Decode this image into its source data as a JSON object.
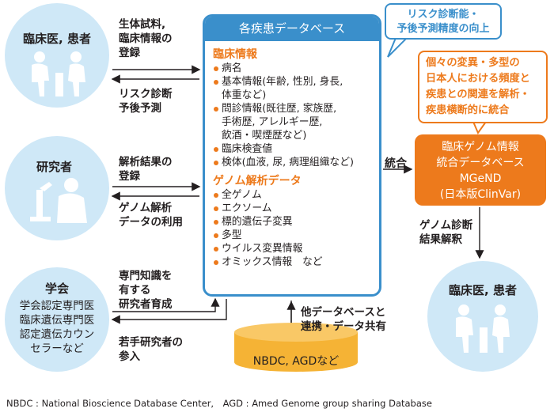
{
  "nodes": {
    "clinician_left": {
      "title": "臨床医, 患者"
    },
    "researcher": {
      "title": "研究者"
    },
    "society": {
      "title": "学会",
      "lines": [
        "学会認定専門医",
        "臨床遺伝専門医",
        "認定遺伝カウン",
        "セラーなど"
      ]
    },
    "clinician_right": {
      "title": "臨床医, 患者"
    },
    "nbdc": {
      "label": "NBDC, AGDなど"
    }
  },
  "database": {
    "title": "各疾患データベース",
    "clinical_title": "臨床情報",
    "clinical_items": [
      "病名",
      "基本情報(年齢, 性別, 身長,",
      "体重など)",
      "問診情報(既往歴, 家族歴,",
      "手術歴, アレルギー歴,",
      "飲酒・喫煙歴など)",
      "臨床検査値",
      "検体(血液, 尿, 病理組織など)"
    ],
    "genome_title": "ゲノム解析データ",
    "genome_items": [
      "全ゲノム",
      "エクソーム",
      "標的遺伝子変異",
      "多型",
      "ウイルス変異情報",
      "オミックス情報　など"
    ]
  },
  "mgend": {
    "lines": [
      "臨床ゲノム情報",
      "統合データベース",
      "MGeND",
      "(日本版ClinVar)"
    ]
  },
  "bubbles": {
    "blue": [
      "リスク診断能・",
      "予後予測精度の向上"
    ],
    "orange": [
      "個々の変異・多型の",
      "日本人における頻度と",
      "疾患との関連を解析・",
      "疾患横断的に統合"
    ]
  },
  "edges": {
    "clinician_register": [
      "生体試料,",
      "臨床情報の",
      "登録"
    ],
    "risk_prediction": [
      "リスク診断",
      "予後予測"
    ],
    "analysis_register": [
      "解析結果の",
      "登録"
    ],
    "genome_use": [
      "ゲノム解析",
      "データの利用"
    ],
    "expert_training": [
      "専門知識を",
      "有する",
      "研究者育成"
    ],
    "young_researchers": [
      "若手研究者の",
      "参入"
    ],
    "integration": "統合",
    "genome_interpretation": [
      "ゲノム診断",
      "結果解釈"
    ],
    "sharing": [
      "他データベースと",
      "連携・データ共有"
    ]
  },
  "footnote": "NBDC : National Bioscience Database Center,　AGD : Amed Genome group sharing Database",
  "colors": {
    "blue": "#3a8fcb",
    "orange": "#ed7a1c",
    "light_blue": "#cfe8f7",
    "cylinder": "#f5b335"
  }
}
